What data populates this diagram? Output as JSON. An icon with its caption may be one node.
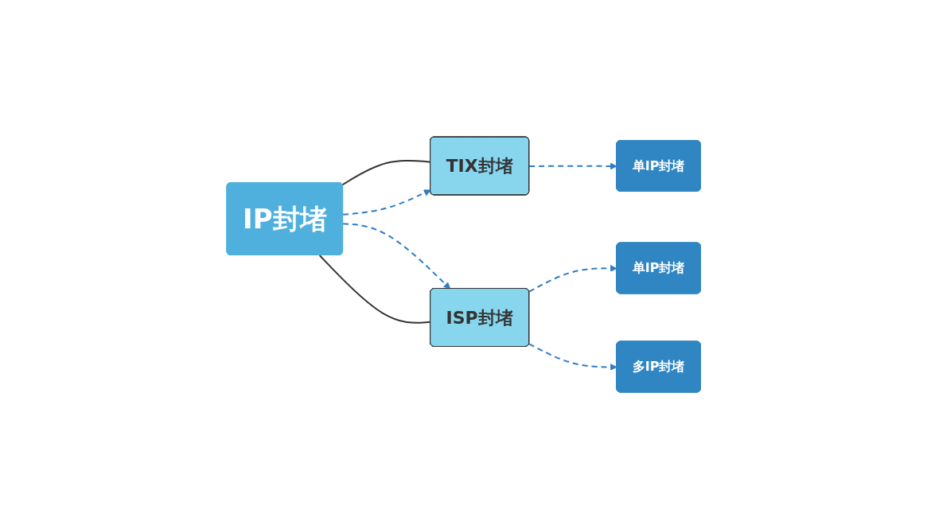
{
  "diagram": {
    "nodes": [
      {
        "text": [
          "IP封堵"
        ]
      },
      {
        "text": [
          "TIX封堵"
        ]
      },
      {
        "text": [
          "ISP封堵"
        ]
      },
      {
        "text": [
          "单IP封堵"
        ]
      },
      {
        "text": [
          "单IP封堵"
        ]
      },
      {
        "text": [
          "多IP封堵"
        ]
      }
    ],
    "edges": [
      {
        "from": 0,
        "to": 1,
        "arrow": "none",
        "color": "#333333"
      },
      {
        "from": 0,
        "to": 1,
        "arrow": "to",
        "style": "dashed"
      },
      {
        "from": 0,
        "to": 2,
        "arrow": "to",
        "style": "dashed"
      },
      {
        "from": 0,
        "to": 2,
        "arrow": "none",
        "color": "#333333"
      },
      {
        "from": 1,
        "to": 3,
        "arrow": "to",
        "style": "dashed"
      },
      {
        "from": 2,
        "to": 4,
        "arrow": "to",
        "style": "dashed"
      },
      {
        "from": 2,
        "to": 5,
        "arrow": "to",
        "style": "dashed"
      }
    ]
  }
}
